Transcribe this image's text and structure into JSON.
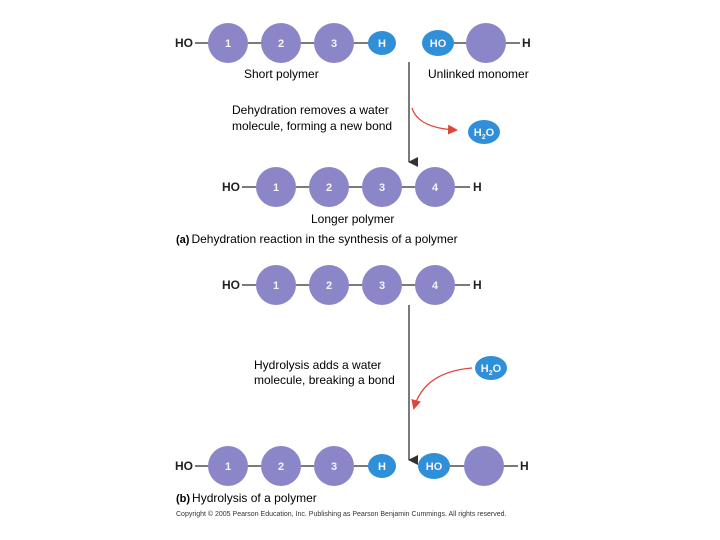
{
  "top": {
    "left_end": "HO",
    "monomers": [
      "1",
      "2",
      "3"
    ],
    "h_end": "H",
    "unlinked_ho": "HO",
    "right_end": "H",
    "short_polymer": "Short polymer",
    "unlinked_monomer": "Unlinked monomer",
    "dehydration_line1": "Dehydration removes a water",
    "dehydration_line2": "molecule, forming a new bond",
    "water": "H",
    "water_sub": "2",
    "water_o": "O",
    "longer_chain": [
      "1",
      "2",
      "3",
      "4"
    ],
    "longer_left": "HO",
    "longer_right": "H",
    "longer_polymer": "Longer polymer",
    "caption_letter": "(a)",
    "caption": "Dehydration reaction in the synthesis of a polymer"
  },
  "bottom": {
    "chain_left": "HO",
    "chain": [
      "1",
      "2",
      "3",
      "4"
    ],
    "chain_right": "H",
    "hydrolysis_line1": "Hydrolysis adds a water",
    "hydrolysis_line2": "molecule, breaking a bond",
    "water": "H",
    "water_sub": "2",
    "water_o": "O",
    "result_left": "HO",
    "result": [
      "1",
      "2",
      "3"
    ],
    "result_h": "H",
    "result_ho": "HO",
    "result_right": "H",
    "caption_letter": "(b)",
    "caption": "Hydrolysis of a polymer"
  },
  "copyright": "Copyright © 2005 Pearson Education, Inc. Publishing as Pearson Benjamin Cummings. All rights reserved.",
  "colors": {
    "monomer": "#8b86c8",
    "hydrogen": "#2f8fd8",
    "arrow_red": "#e0453a",
    "line": "#333333"
  }
}
